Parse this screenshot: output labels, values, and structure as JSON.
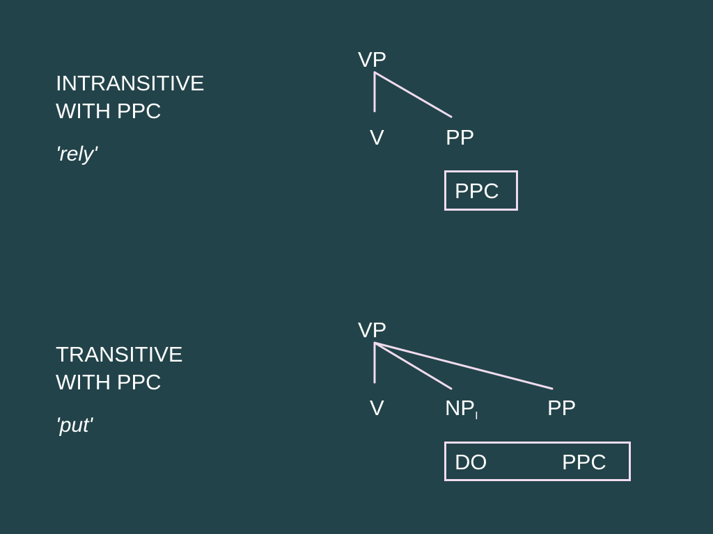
{
  "diagram_1": {
    "heading_line1": "INTRANSITIVE",
    "heading_line2": "WITH PPC",
    "example": "'rely'",
    "tree": {
      "root": "VP",
      "children": [
        "V",
        "PP"
      ],
      "box_labels": [
        "PPC"
      ]
    }
  },
  "diagram_2": {
    "heading_line1": "TRANSITIVE",
    "heading_line2": "WITH PPC",
    "example": "'put'",
    "tree": {
      "root": "VP",
      "child_v": "V",
      "child_np": "NP",
      "child_np_subscript": "I",
      "child_pp": "PP",
      "box_labels": [
        "DO",
        "PPC"
      ]
    }
  },
  "colors": {
    "background": "#224349",
    "text": "#ffffff",
    "lines": "#f0dcef"
  }
}
